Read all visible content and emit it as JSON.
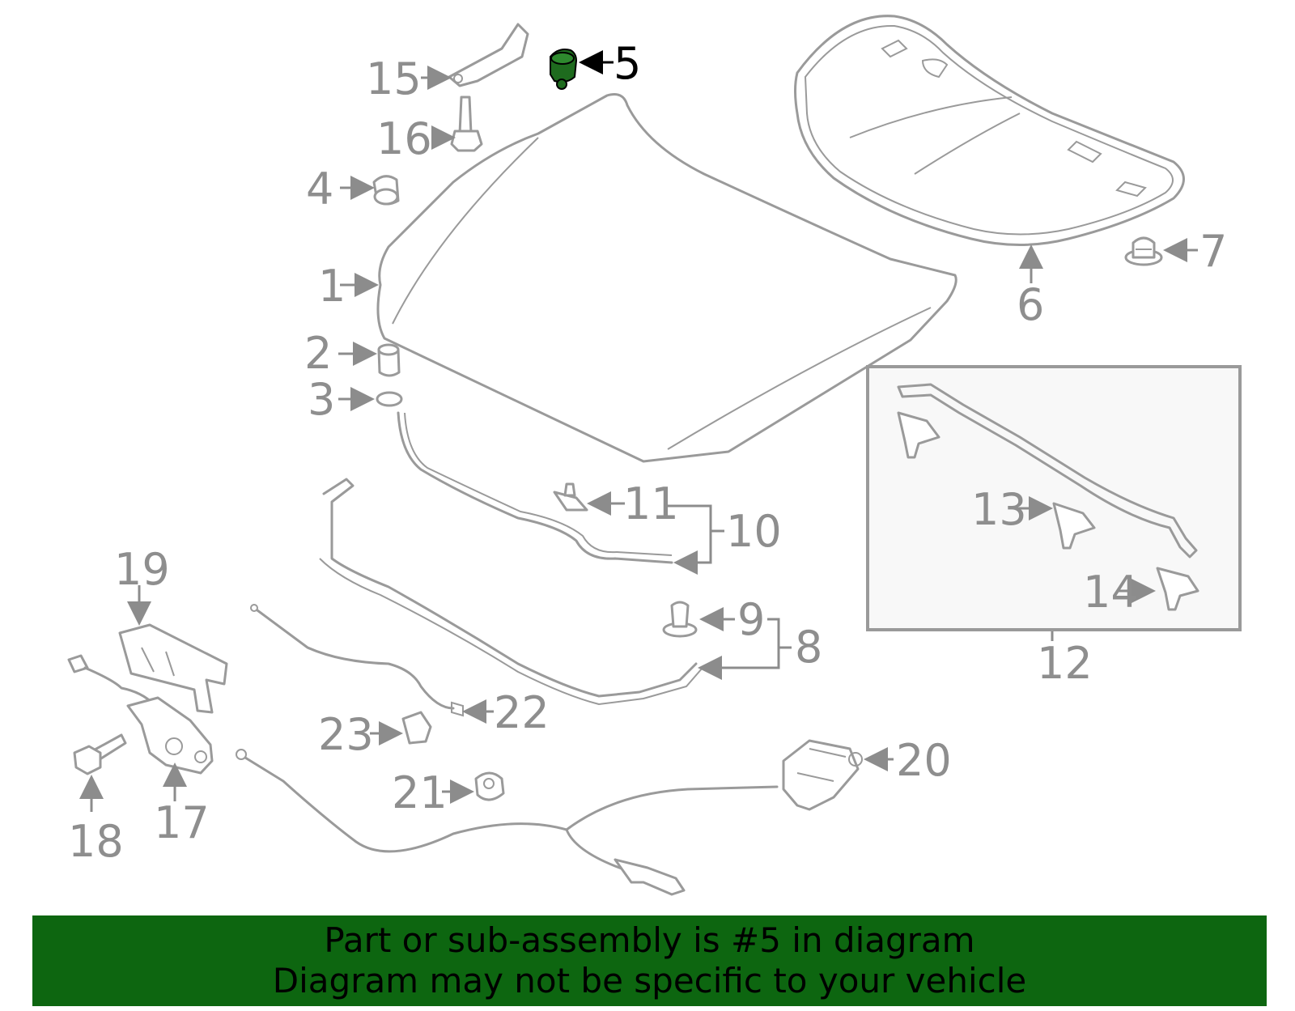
{
  "diagram": {
    "callouts": [
      "1",
      "2",
      "3",
      "4",
      "5",
      "6",
      "7",
      "8",
      "9",
      "10",
      "11",
      "12",
      "13",
      "14",
      "15",
      "16",
      "17",
      "18",
      "19",
      "20",
      "21",
      "22",
      "23"
    ],
    "highlighted_part": "5",
    "highlight_color": "#1e6b1e",
    "line_color": "#9a9a9a"
  },
  "banner": {
    "line1": "Part or sub-assembly is #5 in diagram",
    "line2": "Diagram may not be specific to your vehicle",
    "background": "#0d6610"
  }
}
